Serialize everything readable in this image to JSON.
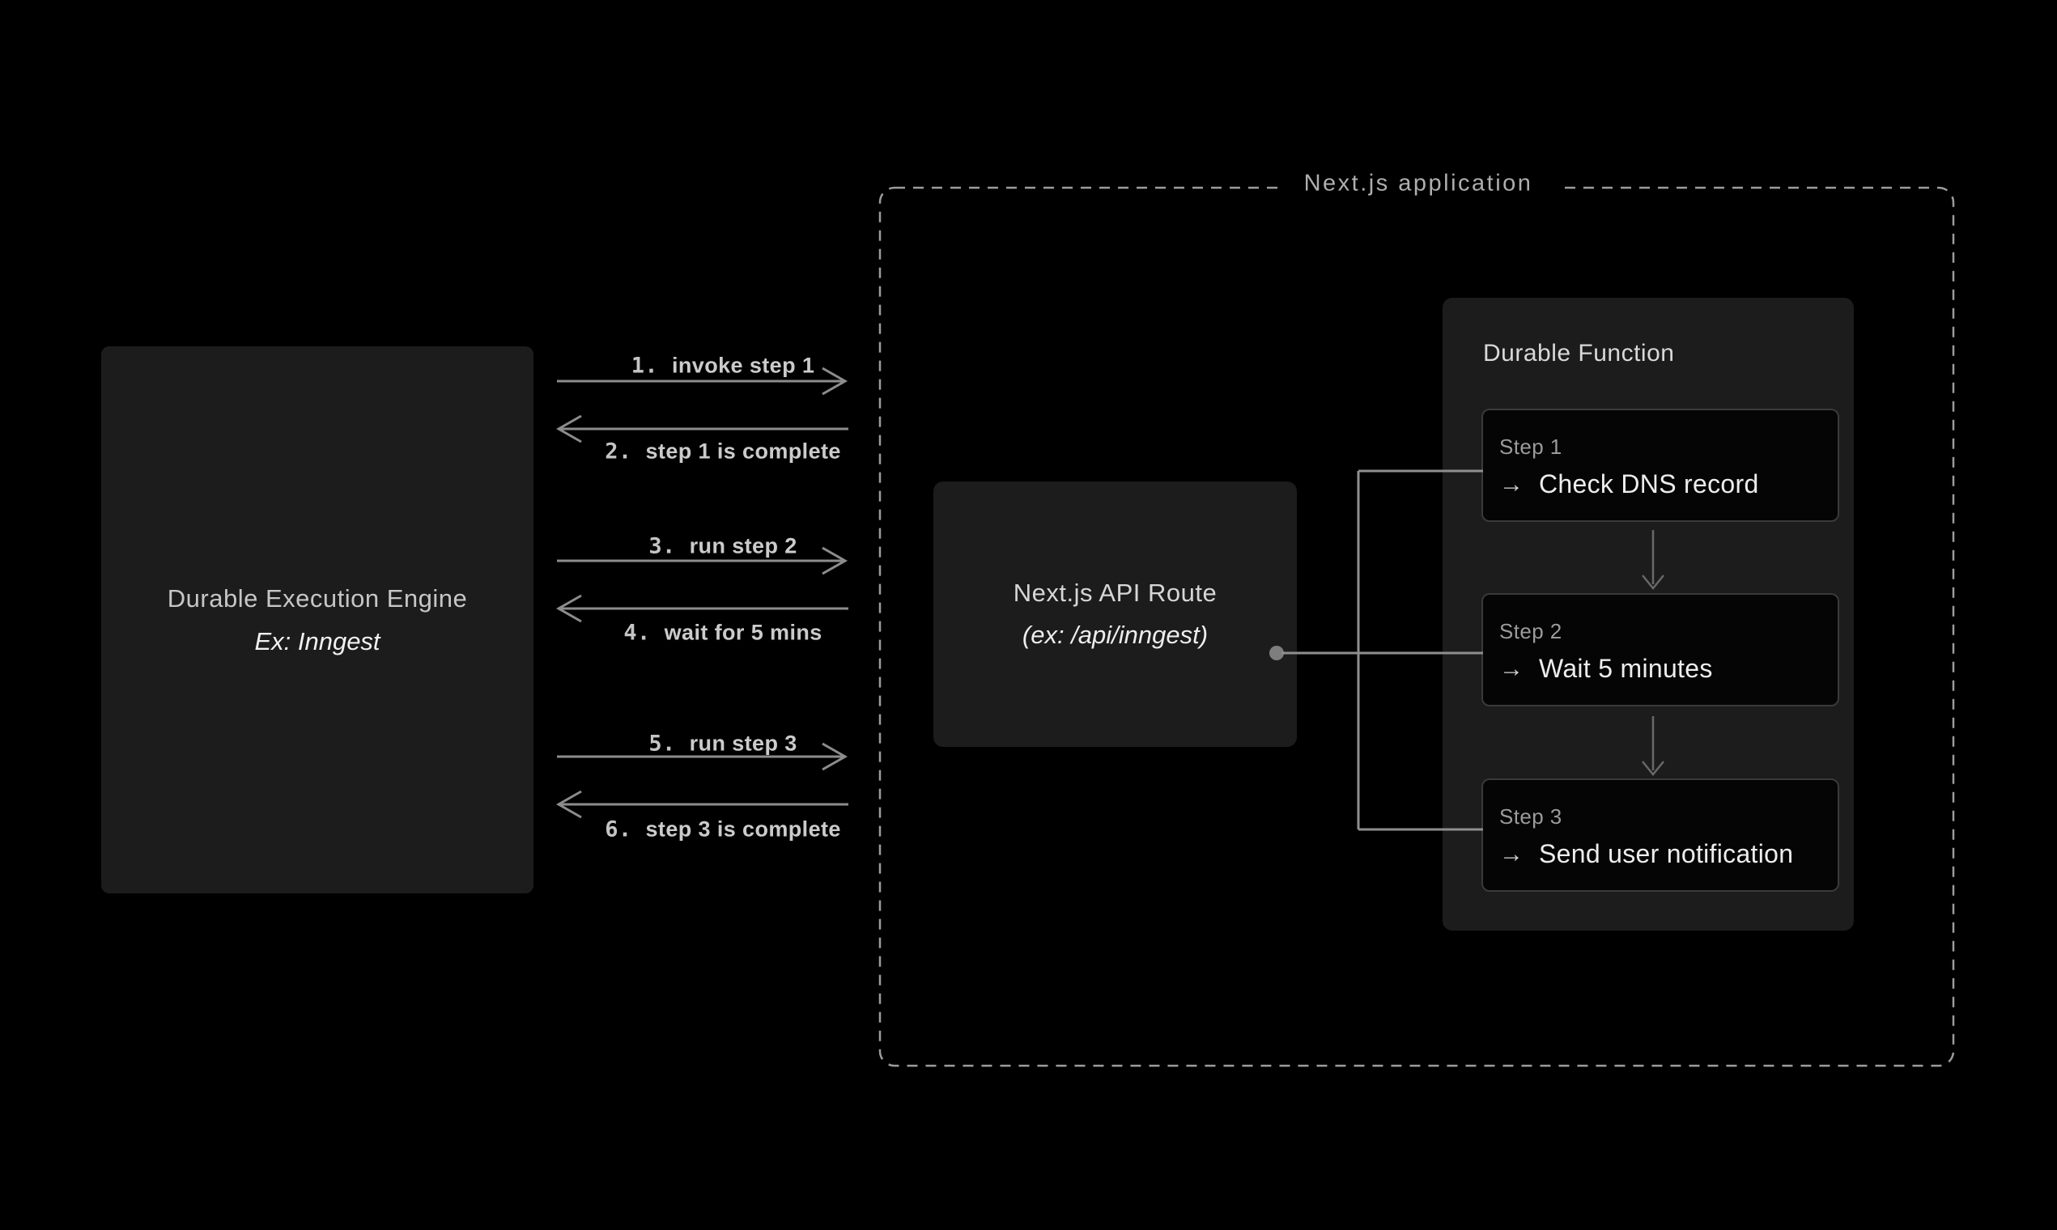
{
  "engine_box": {
    "title": "Durable Execution Engine",
    "subtitle": "Ex: Inngest"
  },
  "messages": [
    {
      "num": "1.",
      "label": "invoke step 1",
      "direction": "right"
    },
    {
      "num": "2.",
      "label": "step 1 is complete",
      "direction": "left"
    },
    {
      "num": "3.",
      "label": "run step 2",
      "direction": "right"
    },
    {
      "num": "4.",
      "label": "wait for 5 mins",
      "direction": "left"
    },
    {
      "num": "5.",
      "label": "run step 3",
      "direction": "right"
    },
    {
      "num": "6.",
      "label": "step 3 is complete",
      "direction": "left"
    }
  ],
  "nextjs_app": {
    "label": "Next.js application"
  },
  "api_route_box": {
    "title": "Next.js API Route",
    "subtitle": "(ex: /api/inngest)"
  },
  "durable_function": {
    "title": "Durable Function",
    "steps": [
      {
        "label": "Step 1",
        "arrow_icon": "→",
        "text": "Check DNS record"
      },
      {
        "label": "Step 2",
        "arrow_icon": "→",
        "text": "Wait 5 minutes"
      },
      {
        "label": "Step 3",
        "arrow_icon": "→",
        "text": "Send user notification"
      }
    ]
  },
  "colors": {
    "background": "#000000",
    "panel_fill": "#1c1c1d",
    "step_card_fill": "#050506",
    "step_card_border": "#3a3a3a",
    "connector_gray": "#8f8f8f",
    "dashed_border_gray": "#9c9c9c",
    "text_bright": "#ededed",
    "text_muted": "#9b9b9b"
  }
}
